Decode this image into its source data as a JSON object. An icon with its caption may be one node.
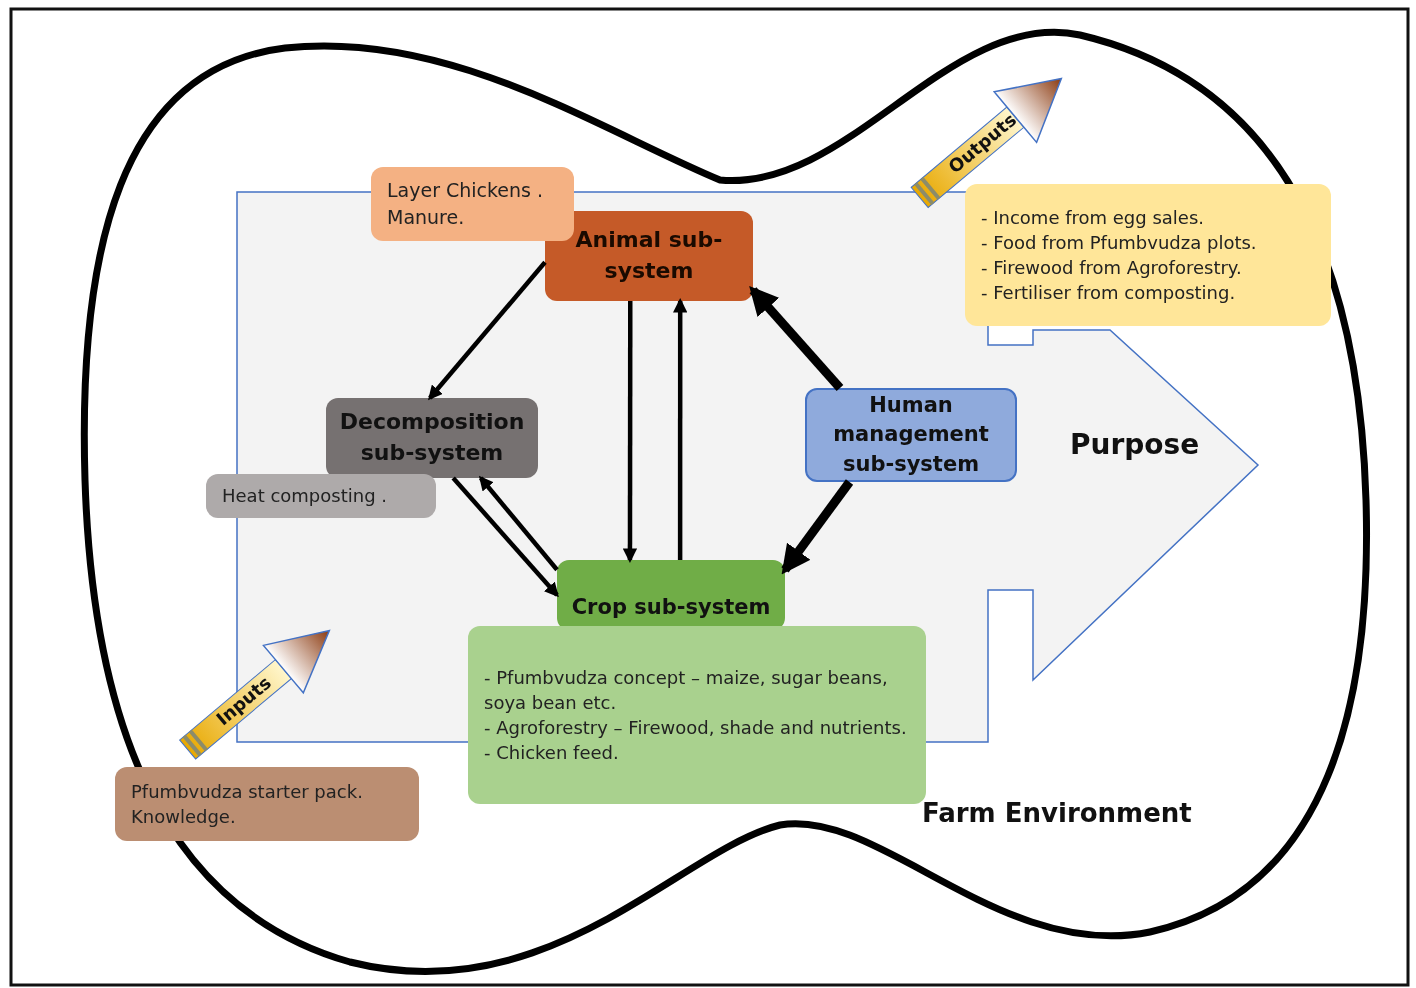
{
  "diagram": {
    "nodes": [
      {
        "text": [
          "Purpose"
        ]
      },
      {
        "text": [
          "Animal sub-system"
        ],
        "in": 0
      },
      {
        "text": [
          "Layer Chickens . Manure."
        ]
      },
      {
        "text": [
          "Decomposition sub-system"
        ],
        "in": 0
      },
      {
        "text": [
          "Heat composting ."
        ]
      },
      {
        "text": [
          "Human management sub-system"
        ],
        "in": 0
      },
      {
        "text": [
          "Crop sub-system"
        ],
        "in": 0
      },
      {
        "text": [
          "- Pfumbvudza concept – maize, sugar beans, soya bean etc.",
          "- Agroforestry – Firewood, shade and nutrients.",
          "- Chicken feed."
        ]
      },
      {
        "text": [
          "Outputs"
        ]
      },
      {
        "text": [
          "- Income from egg sales.",
          "- Food from Pfumbvudza plots.",
          "- Firewood from Agroforestry.",
          "- Fertiliser from composting."
        ]
      },
      {
        "text": [
          "Inputs"
        ]
      },
      {
        "text": [
          "Pfumbvudza starter pack. Knowledge."
        ]
      }
    ],
    "edges": [
      {
        "from": 1,
        "to": 3,
        "arrow": "to"
      },
      {
        "from": 1,
        "to": 6,
        "arrow": "to"
      },
      {
        "from": 6,
        "to": 1,
        "arrow": "to"
      },
      {
        "from": 3,
        "to": 6,
        "arrow": "to"
      },
      {
        "from": 6,
        "to": 3,
        "arrow": "to"
      },
      {
        "from": 5,
        "to": 1,
        "arrow": "to",
        "style": "thick"
      },
      {
        "from": 5,
        "to": 6,
        "arrow": "to",
        "style": "thick"
      }
    ],
    "labels": [
      "Farm Environment"
    ]
  }
}
